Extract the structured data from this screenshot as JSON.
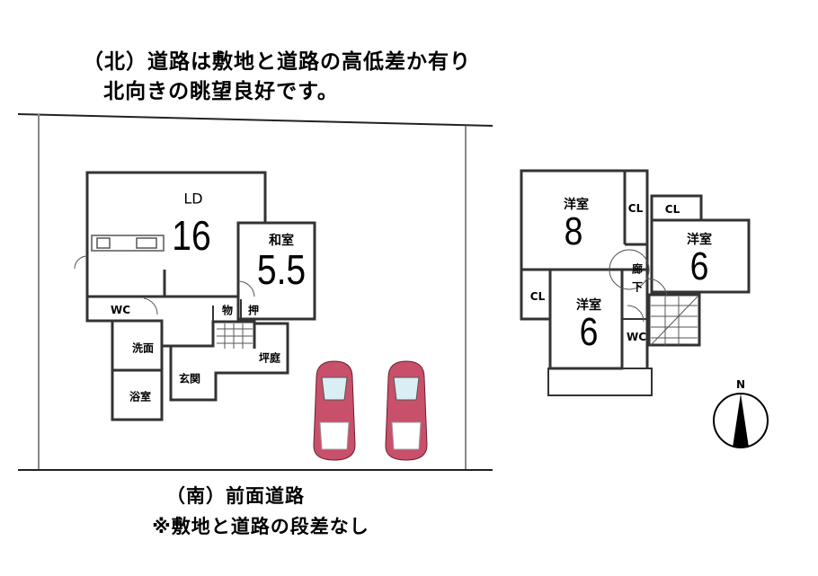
{
  "captions": {
    "north_line1": "（北）道路は敷地と道路の高低差か有り",
    "north_line2": "北向きの眺望良好です。",
    "south_line1": "（南）前面道路",
    "south_line2": "※敷地と道路の段差なし"
  },
  "floor1": {
    "ld_label": "LD",
    "ld_size": "16",
    "washitsu_label": "和室",
    "washitsu_size": "5.5",
    "wc": "WC",
    "storage": "物",
    "closet": "押",
    "washroom": "洗面",
    "courtyard": "坪庭",
    "entrance": "玄関",
    "bathroom": "浴室"
  },
  "floor2": {
    "room_a_label": "洋室",
    "room_a_size": "8",
    "room_b_label": "洋室",
    "room_b_size": "6",
    "room_c_label": "洋室",
    "room_c_size": "6",
    "cl1": "CL",
    "cl2": "CL",
    "cl3": "CL",
    "hall_1": "廊",
    "hall_2": "下",
    "wc": "WC"
  },
  "compass": {
    "label": "N"
  },
  "colors": {
    "car": "#c8506a",
    "wall": "#333333"
  }
}
